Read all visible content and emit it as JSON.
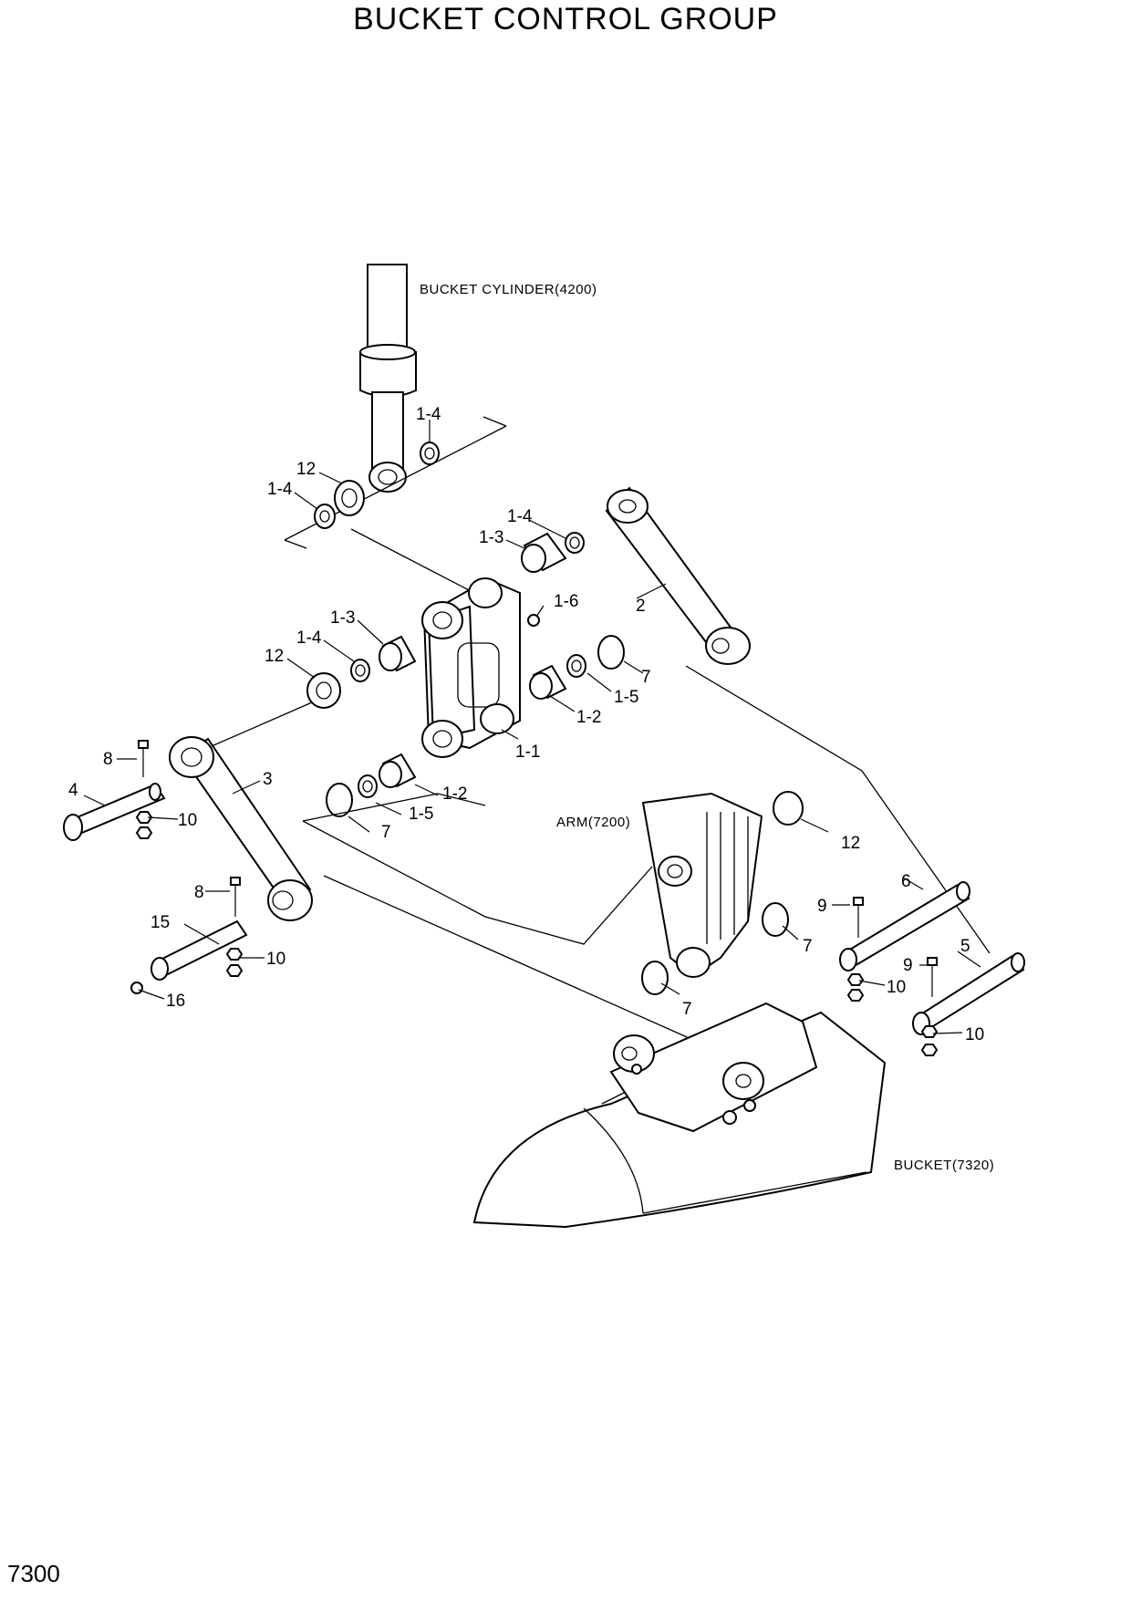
{
  "title": "BUCKET CONTROL GROUP",
  "page_number": "7300",
  "references": {
    "bucket_cylinder": "BUCKET CYLINDER(4200)",
    "arm": "ARM(7200)",
    "bucket": "BUCKET(7320)"
  },
  "labels": {
    "l14a": "1-4",
    "l12a": "12",
    "l14b": "1-4",
    "l14c": "1-4",
    "l13a": "1-3",
    "l16": "1-6",
    "l2": "2",
    "l13b": "1-3",
    "l14d": "1-4",
    "l12b": "12",
    "l7a": "7",
    "l15a": "1-5",
    "l12c": "1-2",
    "l11": "1-1",
    "l8a": "8",
    "l3": "3",
    "l4": "4",
    "l10a": "10",
    "l12d": "1-2",
    "l15b": "1-5",
    "l7b": "7",
    "l12e": "12",
    "l8b": "8",
    "l6": "6",
    "l9a": "9",
    "l15": "15",
    "l10b": "10",
    "l7c": "7",
    "l5": "5",
    "l9b": "9",
    "l16b": "16",
    "l7d": "7",
    "l10c": "10",
    "l10d": "10"
  }
}
